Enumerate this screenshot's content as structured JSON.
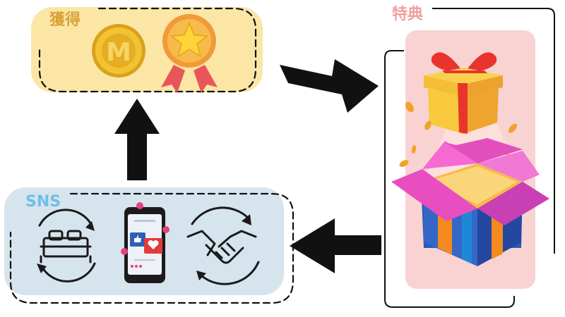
{
  "nodes": {
    "acquire": {
      "label": "獲得"
    },
    "benefit": {
      "label": "特典"
    },
    "sns": {
      "label": "SNS"
    }
  },
  "icons": {
    "coin_letter": "M",
    "acquire_icons": [
      "coin-icon",
      "medal-icon"
    ],
    "benefit_icons": [
      "gift-box-icon",
      "open-gift-box-icon"
    ],
    "sns_icons": [
      "bed-cycle-icon",
      "smartphone-social-icon",
      "handshake-cycle-icon"
    ]
  },
  "colors": {
    "acquire_fill": "#fbe6a6",
    "acquire_label": "#d9a23a",
    "benefit_fill": "#f9d2d2",
    "benefit_label": "#f0a0a0",
    "sns_fill": "#d6e4ee",
    "sns_label": "#6fbfe6",
    "arrow": "#111111"
  }
}
